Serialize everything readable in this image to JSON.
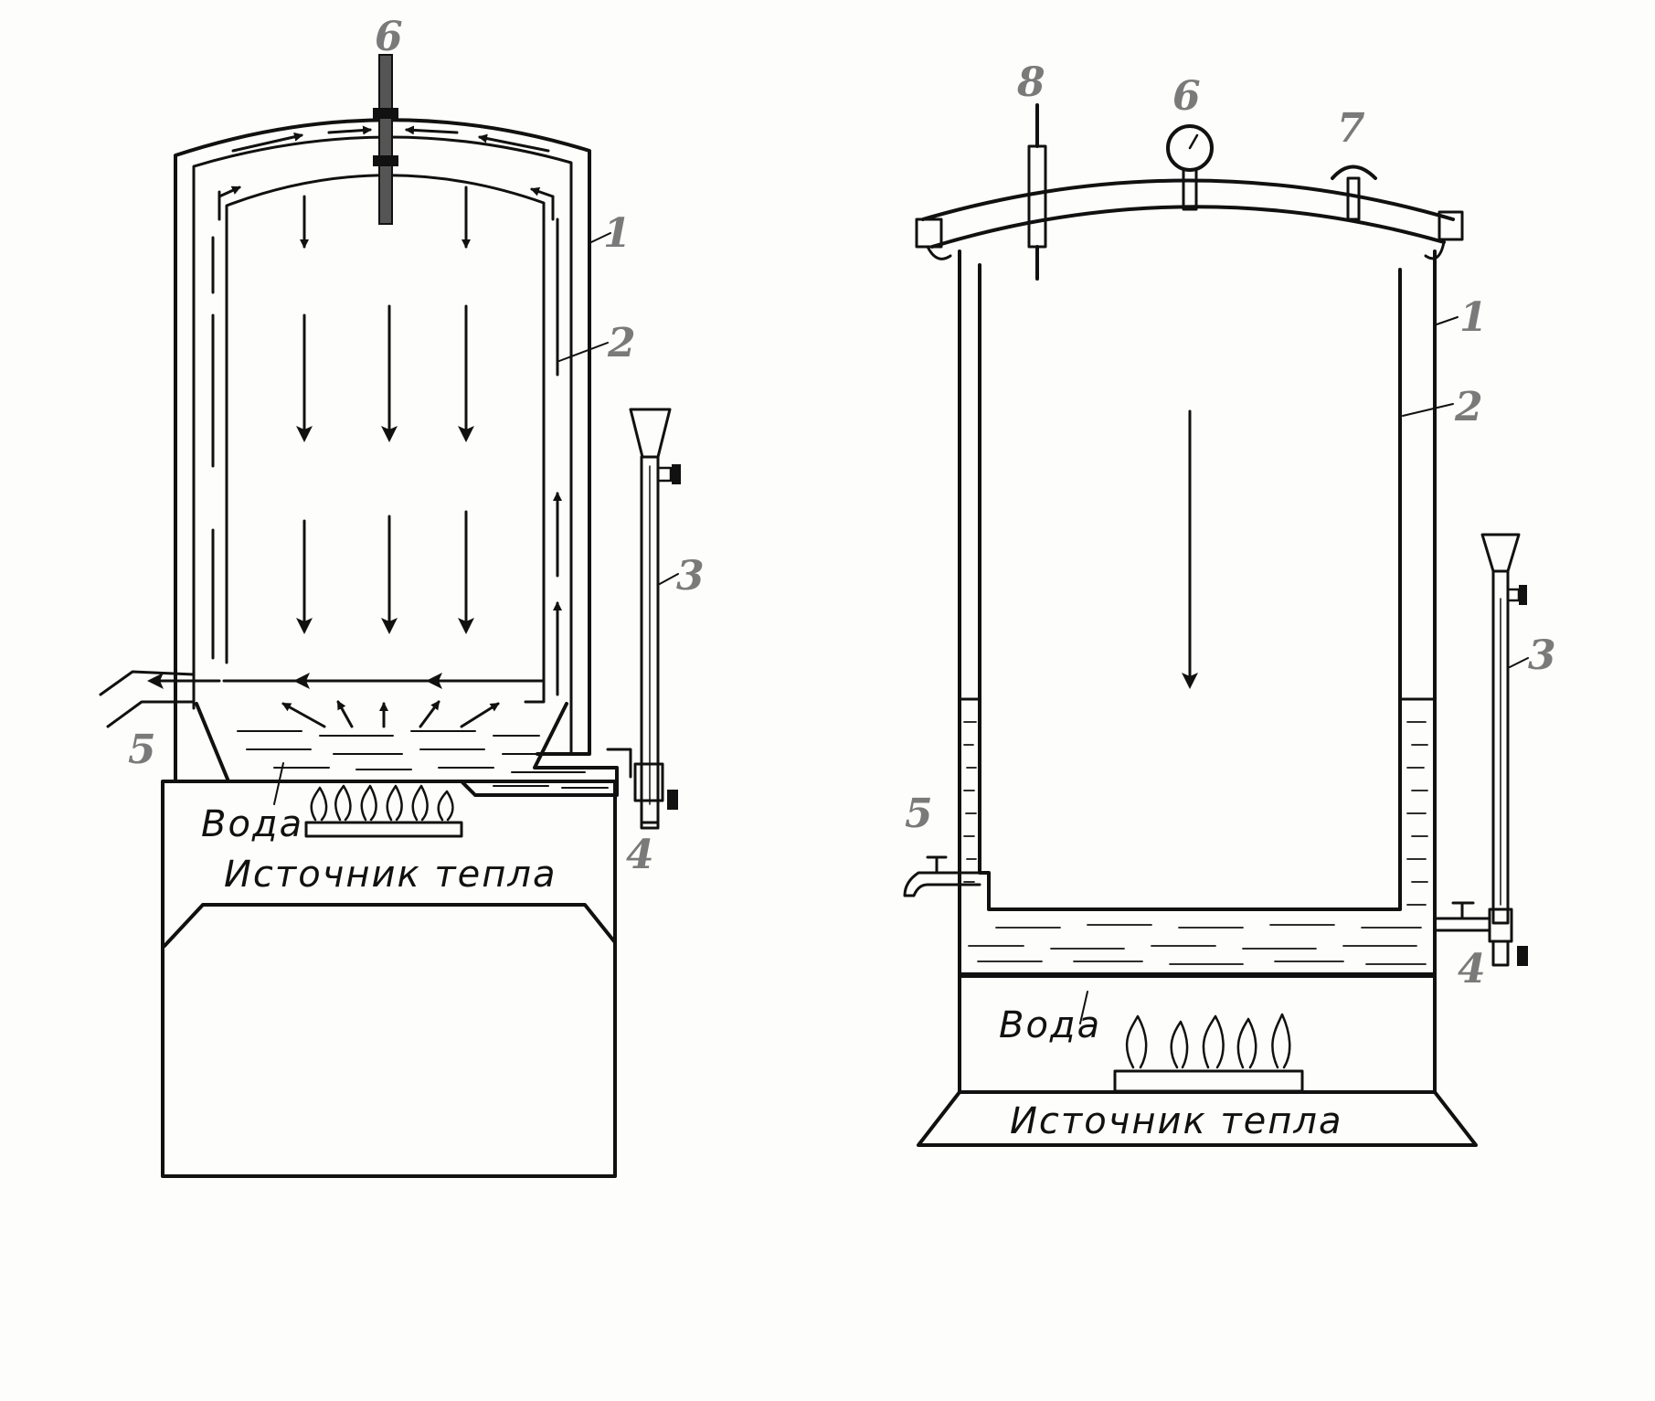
{
  "diagrams": [
    {
      "labels": {
        "n1": "1",
        "n2": "2",
        "n3": "3",
        "n4": "4",
        "n5": "5",
        "n6": "6",
        "water": "Вода",
        "heat": "Источник тепла"
      }
    },
    {
      "labels": {
        "n1": "1",
        "n2": "2",
        "n3": "3",
        "n4": "4",
        "n5": "5",
        "n6": "6",
        "n7": "7",
        "n8": "8",
        "water": "Вода",
        "heat": "Источник тепла"
      }
    }
  ],
  "colors": {
    "line": "#111111",
    "label": "#7a7a7a",
    "background": "#fdfdfb"
  }
}
